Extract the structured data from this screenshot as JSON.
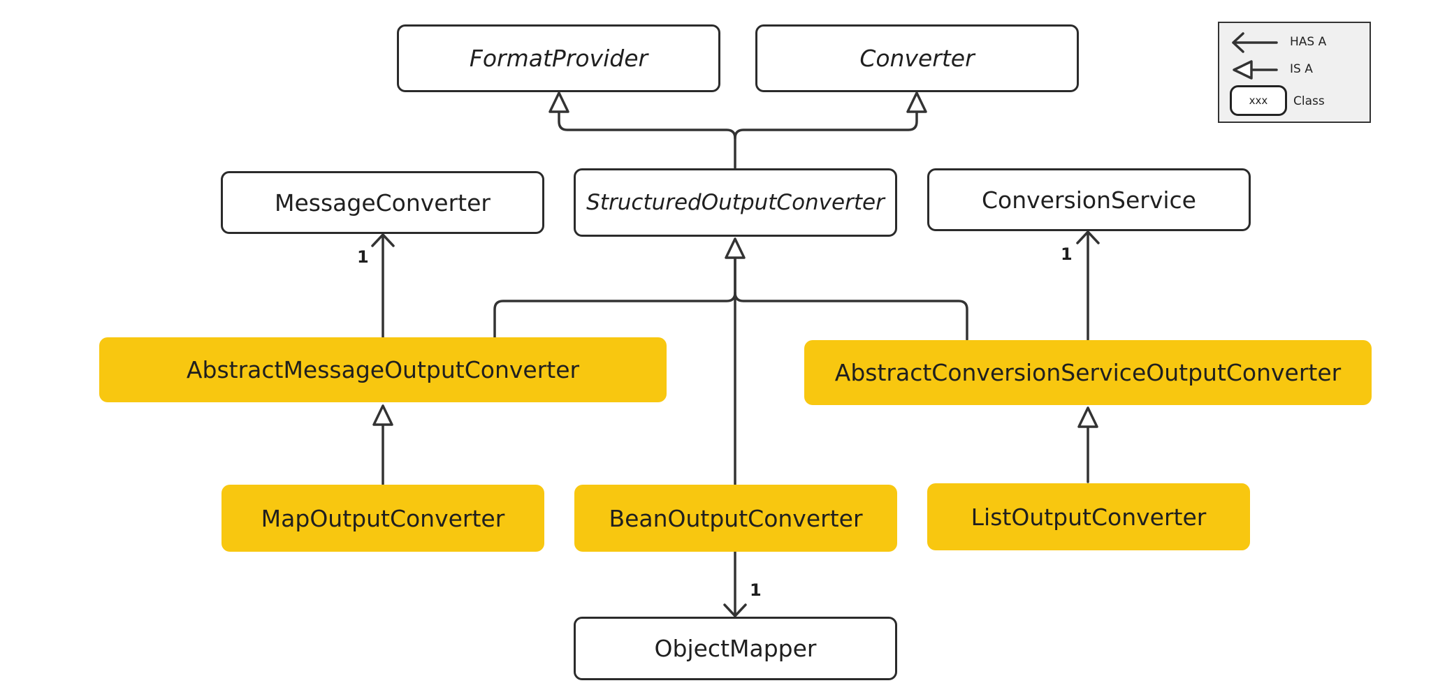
{
  "nodes": {
    "format_provider": "FormatProvider",
    "converter": "Converter",
    "message_converter": "MessageConverter",
    "structured_output_converter": "StructuredOutputConverter",
    "conversion_service": "ConversionService",
    "abstract_message_output_converter": "AbstractMessageOutputConverter",
    "abstract_conversion_service_output_converter": "AbstractConversionServiceOutputConverter",
    "map_output_converter": "MapOutputConverter",
    "bean_output_converter": "BeanOutputConverter",
    "list_output_converter": "ListOutputConverter",
    "object_mapper": "ObjectMapper"
  },
  "multiplicities": {
    "message_converter": "1",
    "conversion_service": "1",
    "object_mapper": "1"
  },
  "legend": {
    "has_a": "HAS A",
    "is_a": "IS A",
    "class_sample": "xxx",
    "class": "Class"
  },
  "colors": {
    "concrete_fill": "#f8c710",
    "line": "#333333",
    "legend_bg": "#f0f0f0"
  }
}
